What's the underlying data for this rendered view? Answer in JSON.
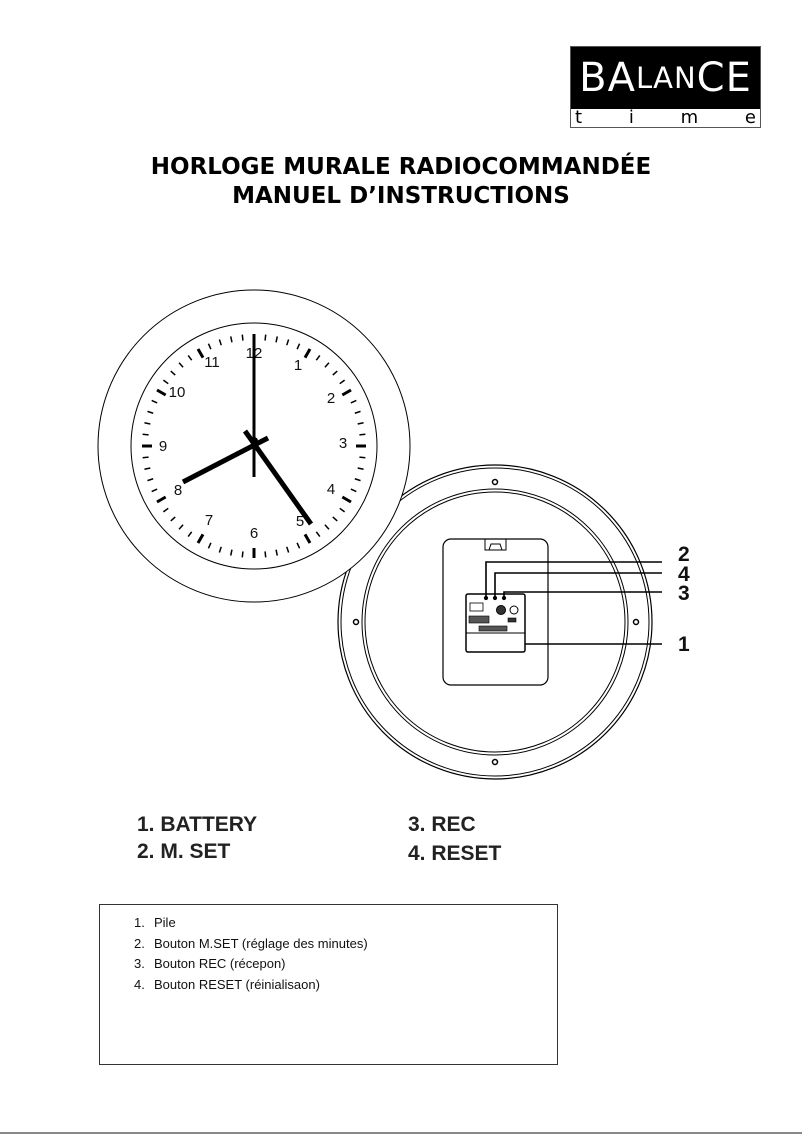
{
  "logo": {
    "brand_letters": [
      {
        "char": "B",
        "size": "big"
      },
      {
        "char": "A",
        "size": "big"
      },
      {
        "char": "L",
        "size": "small"
      },
      {
        "char": "A",
        "size": "small"
      },
      {
        "char": "N",
        "size": "small"
      },
      {
        "char": "C",
        "size": "big"
      },
      {
        "char": "E",
        "size": "big"
      }
    ],
    "brand_text": "BALANCE",
    "subtitle_letters": [
      "t",
      "i",
      "m",
      "e"
    ],
    "subtitle_text": "time"
  },
  "header": {
    "title_line1": "HORLOGE MURALE RADIOCOMMANDÉE",
    "title_line2": "MANUEL D’INSTRUCTIONS"
  },
  "diagram": {
    "front_clock": {
      "numerals": [
        "12",
        "1",
        "2",
        "3",
        "4",
        "5",
        "6",
        "7",
        "8",
        "9",
        "10",
        "11"
      ],
      "time_shown": "8:25"
    },
    "callouts": [
      "2",
      "4",
      "3",
      "1"
    ]
  },
  "legend": {
    "items": [
      {
        "num": "1.",
        "label": "BATTERY"
      },
      {
        "num": "2.",
        "label": "M. SET"
      },
      {
        "num": "3.",
        "label": "REC"
      },
      {
        "num": "4.",
        "label": "RESET"
      }
    ]
  },
  "description_box": {
    "items": [
      {
        "num": "1.",
        "text": "Pile"
      },
      {
        "num": "2.",
        "text": "Bouton M.SET (réglage des minutes)"
      },
      {
        "num": "3.",
        "text": "Bouton REC (récepon)"
      },
      {
        "num": "4.",
        "text": "Bouton RESET (réinialisaon)"
      }
    ]
  },
  "colors": {
    "ink": "#000000",
    "paper": "#ffffff",
    "box_border": "#333333"
  }
}
